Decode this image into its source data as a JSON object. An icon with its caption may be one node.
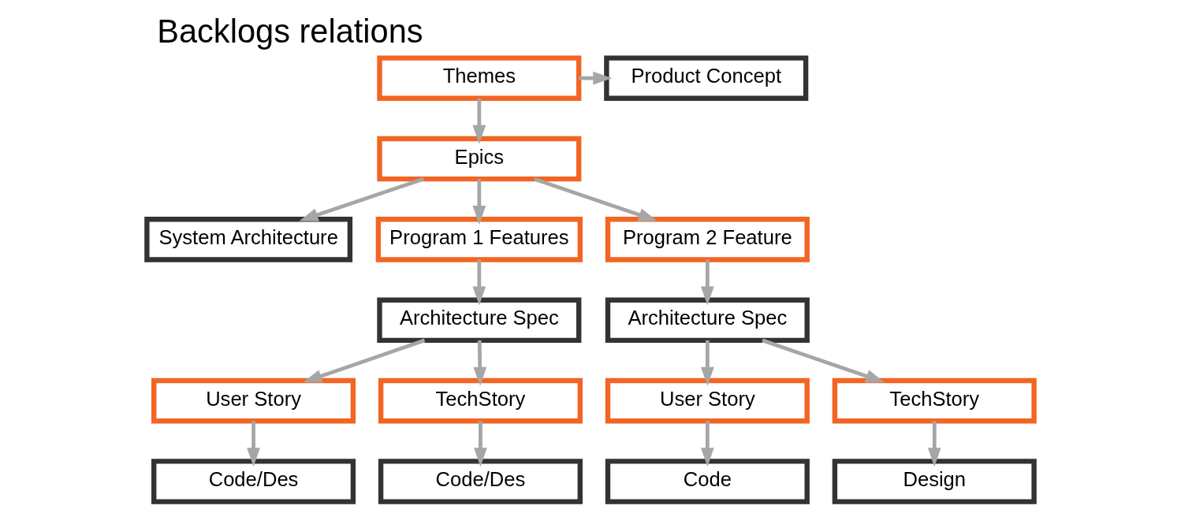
{
  "diagram": {
    "title": "Backlogs relations",
    "nodes": [
      {
        "text": [
          "Themes"
        ]
      },
      {
        "text": [
          "Product Concept"
        ]
      },
      {
        "text": [
          "Epics"
        ]
      },
      {
        "text": [
          "System Architecture"
        ]
      },
      {
        "text": [
          "Program 1 Features"
        ]
      },
      {
        "text": [
          "Architecture Spec"
        ]
      },
      {
        "text": [
          "User Story"
        ]
      },
      {
        "text": [
          "TechStory"
        ]
      },
      {
        "text": [
          "Code/Des"
        ]
      },
      {
        "text": [
          "Code/Des"
        ]
      },
      {
        "text": [
          "Program 2 Feature"
        ]
      },
      {
        "text": [
          "Architecture Spec"
        ]
      },
      {
        "text": [
          "User Story"
        ]
      },
      {
        "text": [
          "TechStory"
        ]
      },
      {
        "text": [
          "Code"
        ]
      },
      {
        "text": [
          "Design"
        ]
      }
    ],
    "edges": [
      {
        "from": 0,
        "to": 1,
        "arrow": "to"
      },
      {
        "from": 0,
        "to": 2,
        "arrow": "to"
      },
      {
        "from": 2,
        "to": 3,
        "arrow": "to"
      },
      {
        "from": 2,
        "to": 4,
        "arrow": "to"
      },
      {
        "from": 2,
        "to": 10,
        "arrow": "to"
      },
      {
        "from": 4,
        "to": 5,
        "arrow": "to"
      },
      {
        "from": 5,
        "to": 6,
        "arrow": "to"
      },
      {
        "from": 5,
        "to": 7,
        "arrow": "to"
      },
      {
        "from": 6,
        "to": 8,
        "arrow": "to"
      },
      {
        "from": 7,
        "to": 9,
        "arrow": "to"
      },
      {
        "from": 10,
        "to": 11,
        "arrow": "to"
      },
      {
        "from": 11,
        "to": 12,
        "arrow": "to"
      },
      {
        "from": 11,
        "to": 13,
        "arrow": "to"
      },
      {
        "from": 12,
        "to": 14,
        "arrow": "to"
      },
      {
        "from": 13,
        "to": 15,
        "arrow": "to"
      }
    ]
  }
}
